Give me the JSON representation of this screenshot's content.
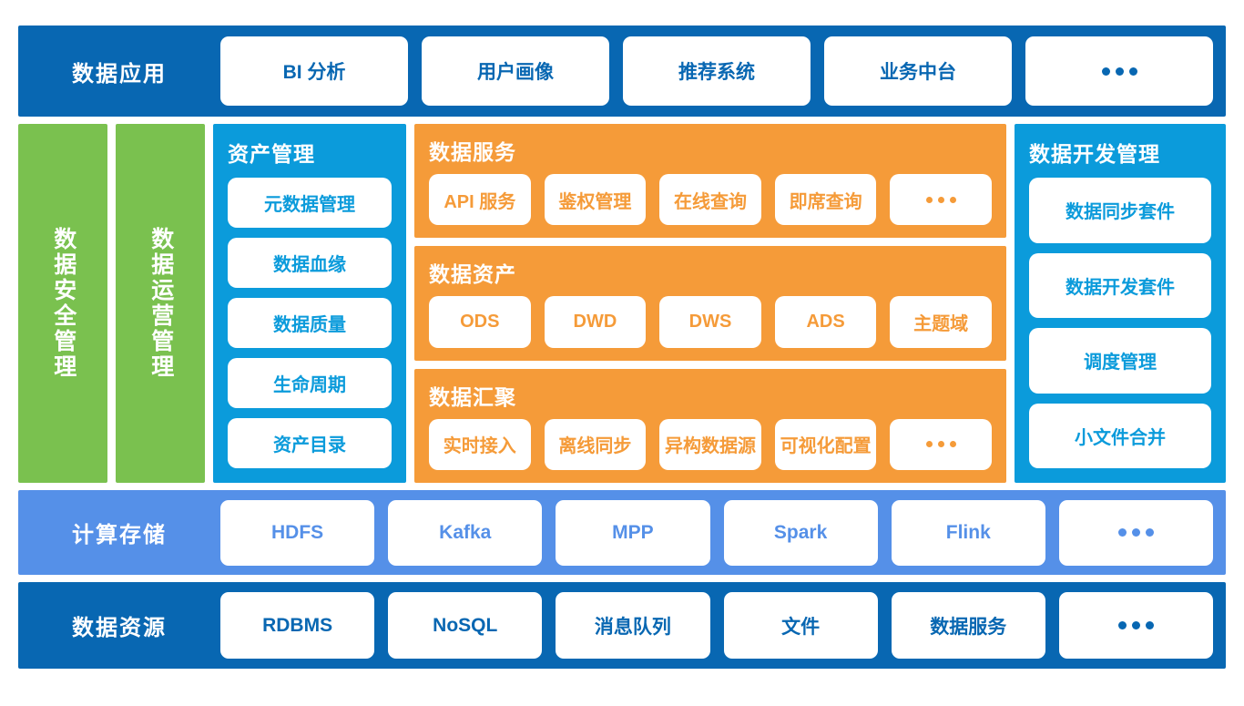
{
  "colors": {
    "deep_blue": "#0867B2",
    "azure": "#0B9BDB",
    "green": "#7AC14F",
    "orange": "#F59B39",
    "light_blue": "#5590E8",
    "white": "#FFFFFF",
    "gap": "#E8ECF5"
  },
  "rows": {
    "application": {
      "label": "数据应用",
      "items": [
        "BI 分析",
        "用户画像",
        "推荐系统",
        "业务中台",
        "…"
      ]
    },
    "compute_storage": {
      "label": "计算存储",
      "items": [
        "HDFS",
        "Kafka",
        "MPP",
        "Spark",
        "Flink",
        "…"
      ]
    },
    "data_resource": {
      "label": "数据资源",
      "items": [
        "RDBMS",
        "NoSQL",
        "消息队列",
        "文件",
        "数据服务",
        "…"
      ]
    }
  },
  "side_columns": [
    {
      "label": "数据安全管理"
    },
    {
      "label": "数据运营管理"
    }
  ],
  "asset_management": {
    "title": "资产管理",
    "items": [
      "元数据管理",
      "数据血缘",
      "数据质量",
      "生命周期",
      "资产目录"
    ]
  },
  "center_panels": [
    {
      "title": "数据服务",
      "items": [
        "API 服务",
        "鉴权管理",
        "在线查询",
        "即席查询",
        "…"
      ]
    },
    {
      "title": "数据资产",
      "items": [
        "ODS",
        "DWD",
        "DWS",
        "ADS",
        "主题域"
      ]
    },
    {
      "title": "数据汇聚",
      "items": [
        "实时接入",
        "离线同步",
        "异构数据源",
        "可视化配置",
        "…"
      ]
    }
  ],
  "dev_management": {
    "title": "数据开发管理",
    "items": [
      "数据同步套件",
      "数据开发套件",
      "调度管理",
      "小文件合并"
    ]
  }
}
